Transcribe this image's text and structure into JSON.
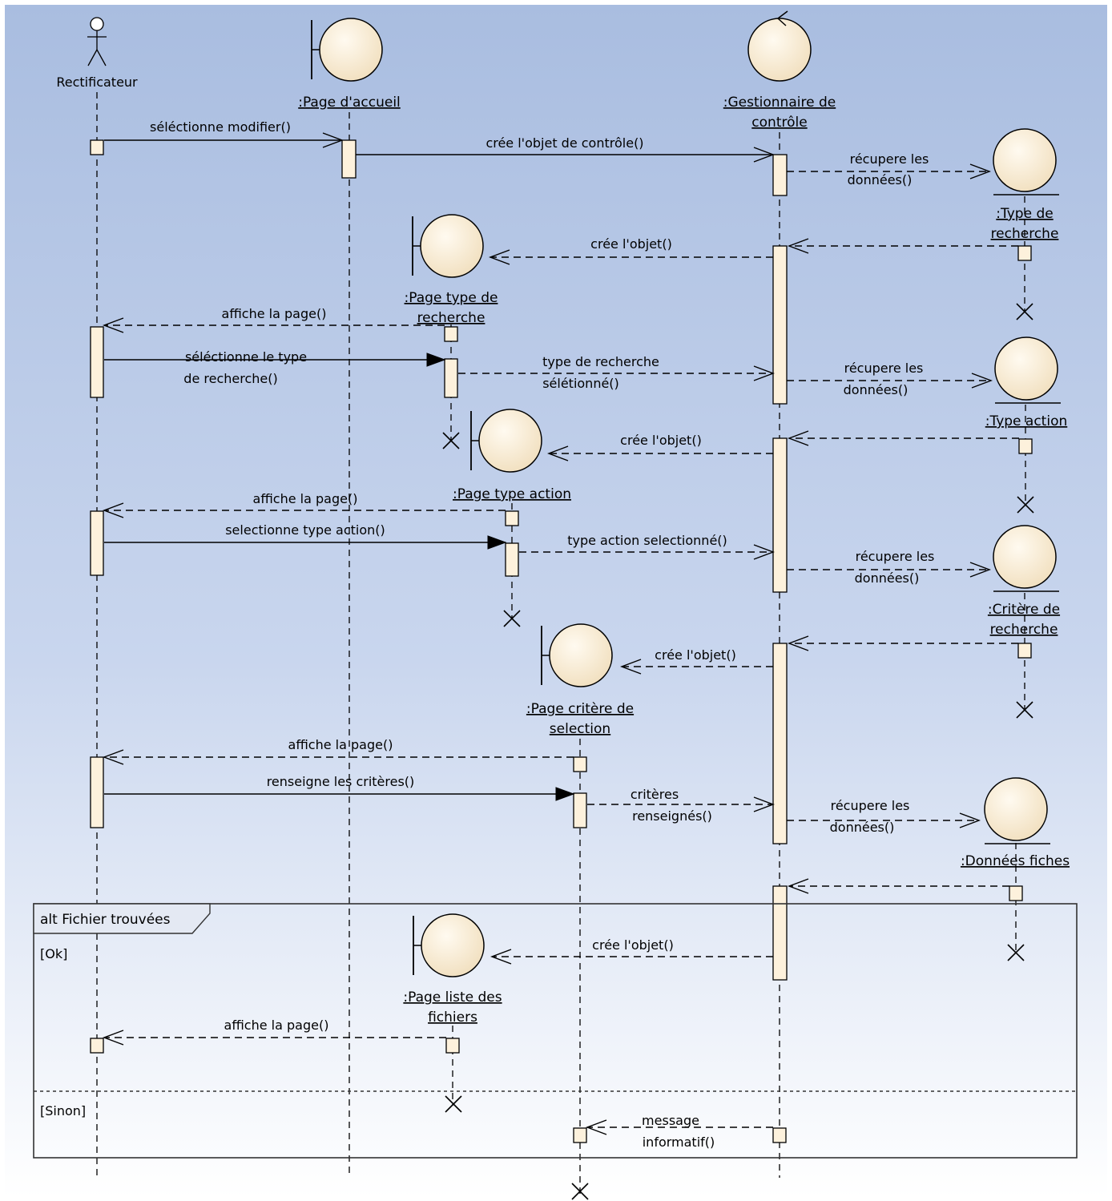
{
  "colors": {
    "background_top": "#a9bde0",
    "background_bottom": "#ffffff",
    "object_fill": "#fdf1dc",
    "line": "#000000"
  },
  "participants": [
    {
      "id": "rectificateur",
      "kind": "actor",
      "label_lines": [
        "Rectificateur"
      ],
      "icon": "actor-icon"
    },
    {
      "id": "page-accueil",
      "kind": "boundary",
      "label_lines": [
        ":Page d'accueil"
      ],
      "icon": "boundary-icon"
    },
    {
      "id": "gestionnaire",
      "kind": "control",
      "label_lines": [
        ":Gestionnaire de",
        "contrôle"
      ],
      "icon": "control-icon"
    },
    {
      "id": "type-recherche",
      "kind": "entity",
      "label_lines": [
        ":Type de",
        "recherche"
      ],
      "icon": "entity-icon"
    },
    {
      "id": "page-type-recherche",
      "kind": "boundary",
      "label_lines": [
        ":Page type de",
        "recherche"
      ],
      "icon": "boundary-icon"
    },
    {
      "id": "type-action",
      "kind": "entity",
      "label_lines": [
        ":Type action"
      ],
      "icon": "entity-icon"
    },
    {
      "id": "page-type-action",
      "kind": "boundary",
      "label_lines": [
        ":Page type action"
      ],
      "icon": "boundary-icon"
    },
    {
      "id": "critere-recherche",
      "kind": "entity",
      "label_lines": [
        ":Critère de",
        "recherche"
      ],
      "icon": "entity-icon"
    },
    {
      "id": "page-critere",
      "kind": "boundary",
      "label_lines": [
        ":Page critère de",
        "selection"
      ],
      "icon": "boundary-icon"
    },
    {
      "id": "donnees-fiches",
      "kind": "entity",
      "label_lines": [
        ":Données fiches"
      ],
      "icon": "entity-icon"
    },
    {
      "id": "page-liste",
      "kind": "boundary",
      "label_lines": [
        ":Page liste des",
        "fichiers"
      ],
      "icon": "boundary-icon"
    }
  ],
  "messages": [
    {
      "id": "m1",
      "lines": [
        "séléctionne modifier()"
      ],
      "kind": "sync"
    },
    {
      "id": "m2",
      "lines": [
        "crée l'objet de contrôle()"
      ],
      "kind": "sync"
    },
    {
      "id": "m3",
      "lines": [
        "récupere les",
        "données()"
      ],
      "kind": "reply"
    },
    {
      "id": "m4",
      "lines": [
        "crée l'objet()"
      ],
      "kind": "reply"
    },
    {
      "id": "m5",
      "lines": [
        "affiche la page()"
      ],
      "kind": "reply"
    },
    {
      "id": "m6",
      "lines": [
        "séléctionne le type",
        "de recherche()"
      ],
      "kind": "sync"
    },
    {
      "id": "m7",
      "lines": [
        "type de recherche",
        "sélétionné()"
      ],
      "kind": "reply"
    },
    {
      "id": "m8",
      "lines": [
        "récupere les",
        "données()"
      ],
      "kind": "reply"
    },
    {
      "id": "m9",
      "lines": [
        "crée l'objet()"
      ],
      "kind": "reply"
    },
    {
      "id": "m10",
      "lines": [
        "affiche la page()"
      ],
      "kind": "reply"
    },
    {
      "id": "m11",
      "lines": [
        "selectionne type action()"
      ],
      "kind": "sync"
    },
    {
      "id": "m12",
      "lines": [
        "type action selectionné()"
      ],
      "kind": "reply"
    },
    {
      "id": "m13",
      "lines": [
        "récupere les",
        "données()"
      ],
      "kind": "reply"
    },
    {
      "id": "m14",
      "lines": [
        "crée l'objet()"
      ],
      "kind": "reply"
    },
    {
      "id": "m15",
      "lines": [
        "affiche la page()"
      ],
      "kind": "reply"
    },
    {
      "id": "m16",
      "lines": [
        "renseigne les critères()"
      ],
      "kind": "sync"
    },
    {
      "id": "m17",
      "lines": [
        "critères",
        "renseignés()"
      ],
      "kind": "reply"
    },
    {
      "id": "m18",
      "lines": [
        "récupere les",
        "données()"
      ],
      "kind": "reply"
    },
    {
      "id": "m19",
      "lines": [
        "crée l'objet()"
      ],
      "kind": "reply"
    },
    {
      "id": "m20",
      "lines": [
        "affiche la page()"
      ],
      "kind": "reply"
    },
    {
      "id": "m21",
      "lines": [
        "message",
        "informatif()"
      ],
      "kind": "reply"
    }
  ],
  "fragment": {
    "title": "alt Fichier trouvées",
    "guards": [
      "[Ok]",
      "[Sinon]"
    ]
  }
}
